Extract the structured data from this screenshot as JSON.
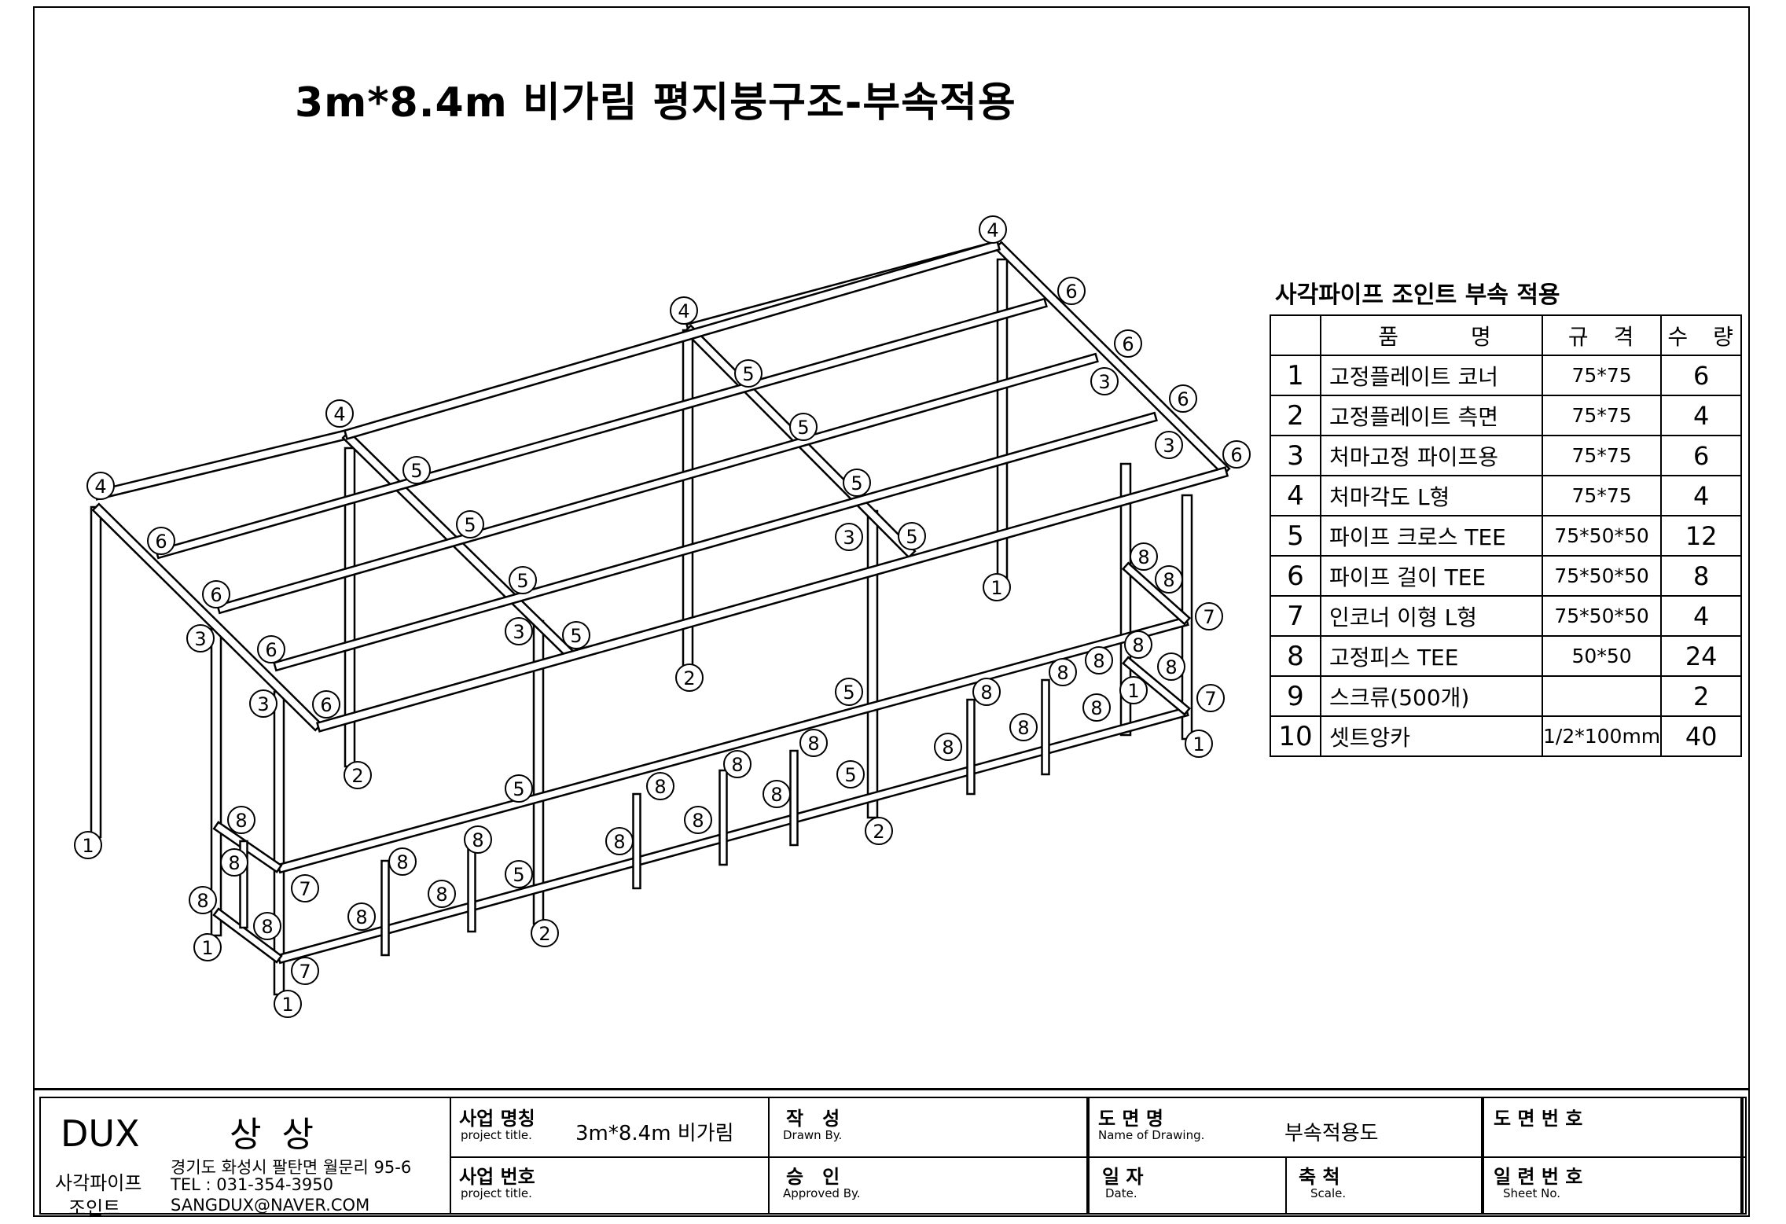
{
  "title": "3m*8.4m 비가림 평지붕구조-부속적용",
  "drawing": {
    "callouts": [
      "1",
      "2",
      "3",
      "4",
      "5",
      "6",
      "7",
      "8"
    ]
  },
  "bom": {
    "title": "사각파이프 조인트 부속 적용",
    "headers": [
      "",
      "품　　　명",
      "규　격",
      "수　량"
    ],
    "rows": [
      {
        "no": "1",
        "name": "고정플레이트 코너",
        "spec": "75*75",
        "qty": "6"
      },
      {
        "no": "2",
        "name": "고정플레이트 측면",
        "spec": "75*75",
        "qty": "4"
      },
      {
        "no": "3",
        "name": "처마고정 파이프용",
        "spec": "75*75",
        "qty": "6"
      },
      {
        "no": "4",
        "name": "처마각도 L형",
        "spec": "75*75",
        "qty": "4"
      },
      {
        "no": "5",
        "name": "파이프 크로스 TEE",
        "spec": "75*50*50",
        "qty": "12"
      },
      {
        "no": "6",
        "name": "파이프 걸이 TEE",
        "spec": "75*50*50",
        "qty": "8"
      },
      {
        "no": "7",
        "name": "인코너 이형 L형",
        "spec": "75*50*50",
        "qty": "4"
      },
      {
        "no": "8",
        "name": "고정피스 TEE",
        "spec": "50*50",
        "qty": "24"
      },
      {
        "no": "9",
        "name": "스크류(500개)",
        "spec": "",
        "qty": "2"
      },
      {
        "no": "10",
        "name": "셋트앙카",
        "spec": "1/2*100mm",
        "qty": "40"
      }
    ]
  },
  "titleblock": {
    "brand": "DUX",
    "brand_kr": "상 상",
    "company": "사각파이프",
    "company2": "조인트",
    "address": "경기도 화성시 팔탄면 월문리 95-6",
    "tel": "TEL : 031-354-3950",
    "email": "SANGDUX@NAVER.COM",
    "project_name_label": "사업 명칭",
    "project_name_sub": "project title.",
    "project_name_value": "3m*8.4m 비가림",
    "project_no_label": "사업 번호",
    "project_no_sub": "project title.",
    "drawn_label": "작　성",
    "drawn_sub": "Drawn By.",
    "approved_label": "승　인",
    "approved_sub": "Approved By.",
    "drawing_name_label": "도 면 명",
    "drawing_name_sub": "Name of Drawing.",
    "drawing_name_value": "부속적용도",
    "date_label": "일 자",
    "date_sub": "Date.",
    "scale_label": "축 척",
    "scale_sub": "Scale.",
    "drawing_no_label": "도 면 번 호",
    "sheet_no_label": "일 련 번 호",
    "sheet_no_sub": "Sheet No."
  }
}
